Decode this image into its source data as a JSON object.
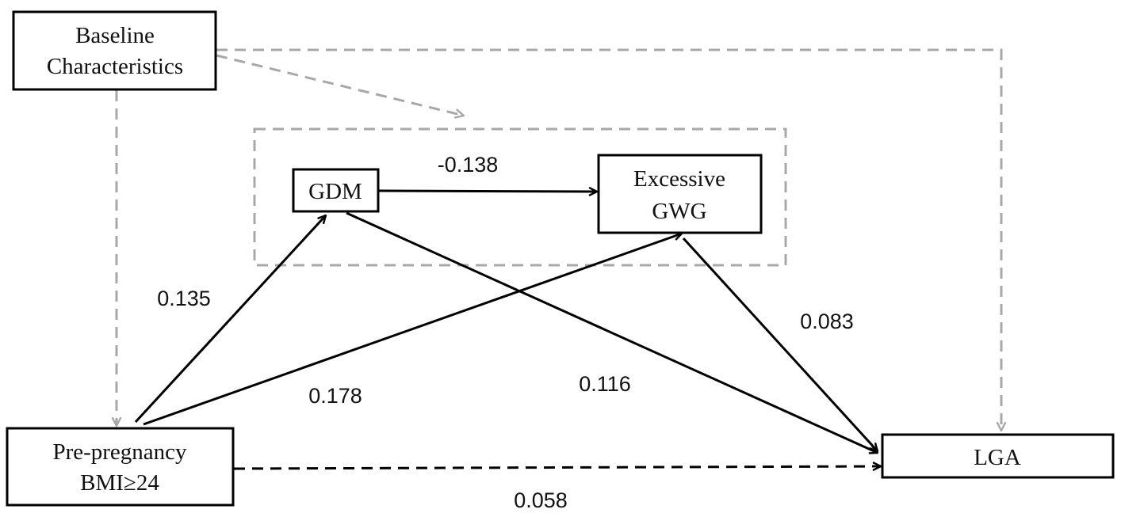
{
  "colors": {
    "node_border": "#000000",
    "path_solid": "#000000",
    "path_dashed_dark": "#000000",
    "path_dashed_grey": "#a8a8a8"
  },
  "nodes": {
    "baseline": {
      "line1": "Baseline",
      "line2": "Characteristics"
    },
    "gdm": {
      "label": "GDM"
    },
    "excessive_gwg": {
      "line1": "Excessive",
      "line2": "GWG"
    },
    "pre_pregnancy_bmi": {
      "line1": "Pre-pregnancy",
      "line2": "BMI≥24"
    },
    "lga": {
      "label": "LGA"
    }
  },
  "edges": [
    {
      "from": "Pre-pregnancy BMI≥24",
      "to": "GDM",
      "coefficient": "0.135",
      "style": "solid"
    },
    {
      "from": "Pre-pregnancy BMI≥24",
      "to": "Excessive GWG",
      "coefficient": "0.178",
      "style": "solid"
    },
    {
      "from": "GDM",
      "to": "Excessive GWG",
      "coefficient": "-0.138",
      "style": "solid"
    },
    {
      "from": "GDM",
      "to": "LGA",
      "coefficient": "0.116",
      "style": "solid"
    },
    {
      "from": "Excessive GWG",
      "to": "LGA",
      "coefficient": "0.083",
      "style": "solid"
    },
    {
      "from": "Pre-pregnancy BMI≥24",
      "to": "LGA",
      "coefficient": "0.058",
      "style": "dashed"
    },
    {
      "from": "Baseline Characteristics",
      "to": "Pre-pregnancy BMI≥24",
      "coefficient": "",
      "style": "dashed-grey"
    },
    {
      "from": "Baseline Characteristics",
      "to": "mediator group",
      "coefficient": "",
      "style": "dashed-grey"
    },
    {
      "from": "Baseline Characteristics",
      "to": "LGA",
      "coefficient": "",
      "style": "dashed-grey"
    }
  ]
}
